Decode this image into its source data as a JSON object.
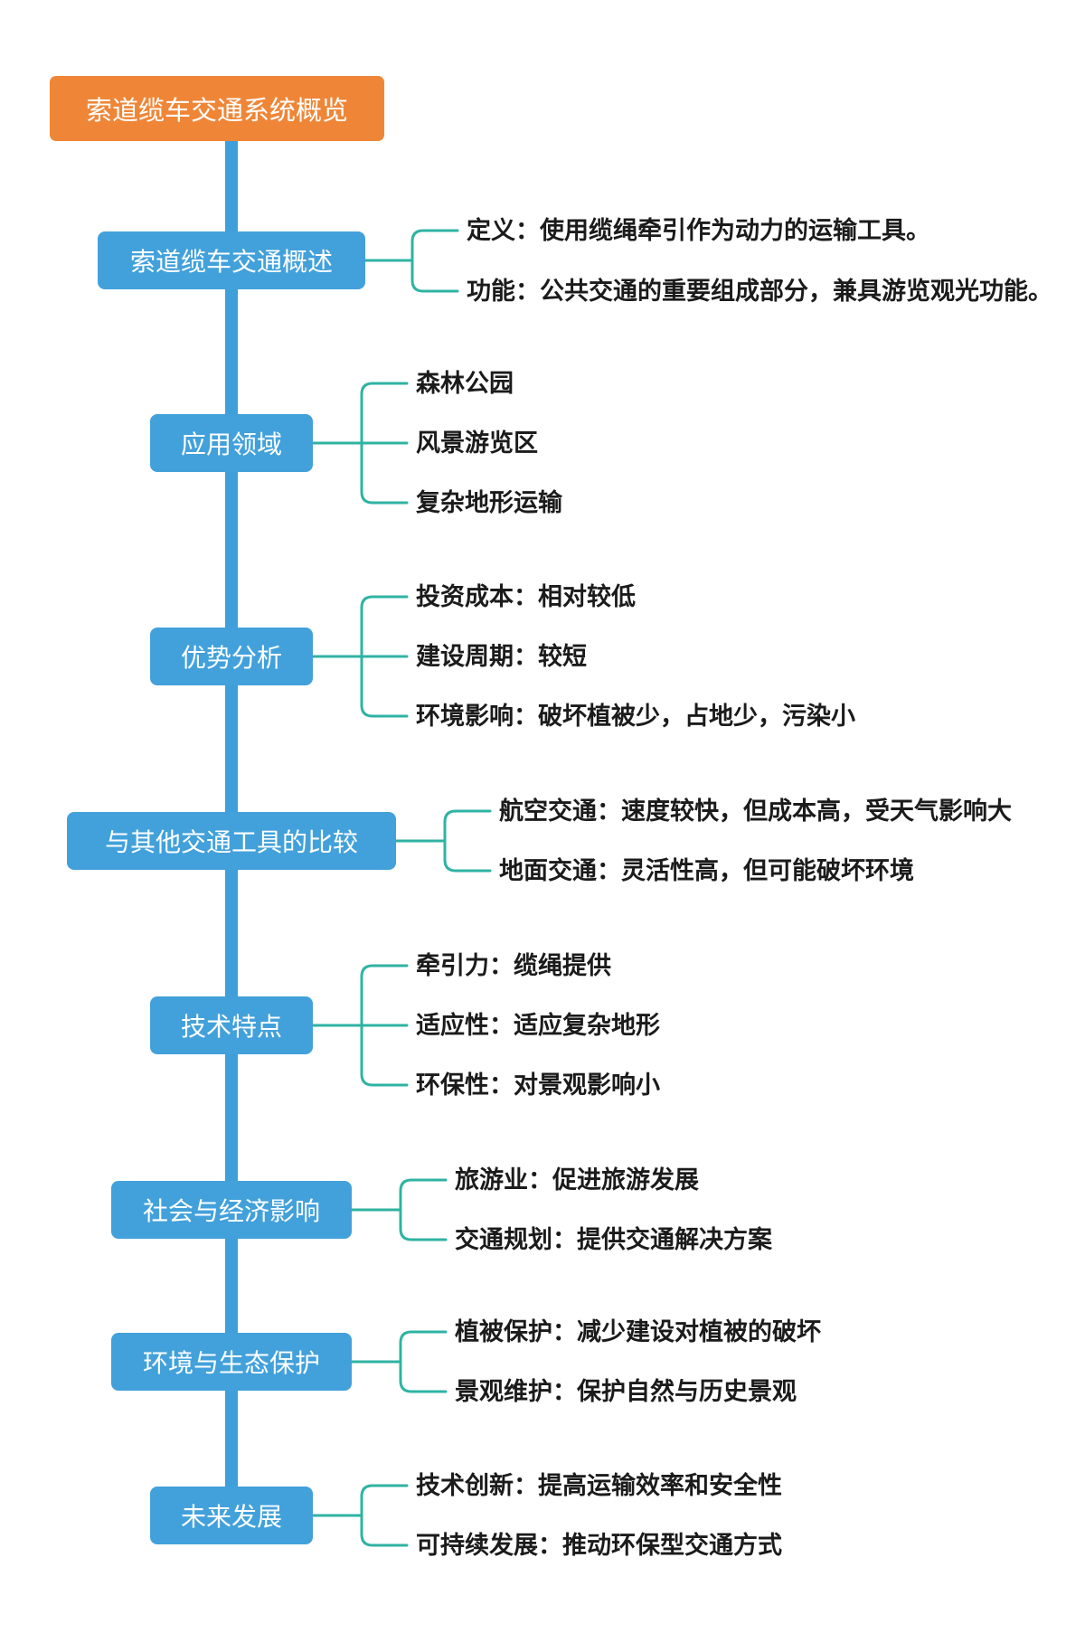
{
  "root": {
    "label": "索道缆车交通系统概览"
  },
  "branches": [
    {
      "label": "索道缆车交通概述",
      "children": [
        "定义：使用缆绳牵引作为动力的运输工具。",
        "功能：公共交通的重要组成部分，兼具游览观光功能。"
      ]
    },
    {
      "label": "应用领域",
      "children": [
        "森林公园",
        "风景游览区",
        "复杂地形运输"
      ]
    },
    {
      "label": "优势分析",
      "children": [
        "投资成本：相对较低",
        "建设周期：较短",
        "环境影响：破坏植被少，占地少，污染小"
      ]
    },
    {
      "label": "与其他交通工具的比较",
      "children": [
        "航空交通：速度较快，但成本高，受天气影响大",
        "地面交通：灵活性高，但可能破坏环境"
      ]
    },
    {
      "label": "技术特点",
      "children": [
        "牵引力：缆绳提供",
        "适应性：适应复杂地形",
        "环保性：对景观影响小"
      ]
    },
    {
      "label": "社会与经济影响",
      "children": [
        "旅游业：促进旅游发展",
        "交通规划：提供交通解决方案"
      ]
    },
    {
      "label": "环境与生态保护",
      "children": [
        "植被保护：减少建设对植被的破坏",
        "景观维护：保护自然与历史景观"
      ]
    },
    {
      "label": "未来发展",
      "children": [
        "技术创新：提高运输效率和安全性",
        "可持续发展：推动环保型交通方式"
      ]
    }
  ],
  "colors": {
    "root_bg": "#EF8637",
    "node_bg": "#42A1DB",
    "spine": "#3E9FDA",
    "connector": "#2FB3A3",
    "leaf_text": "#1B1B1B",
    "node_text": "#FFFFFF"
  }
}
